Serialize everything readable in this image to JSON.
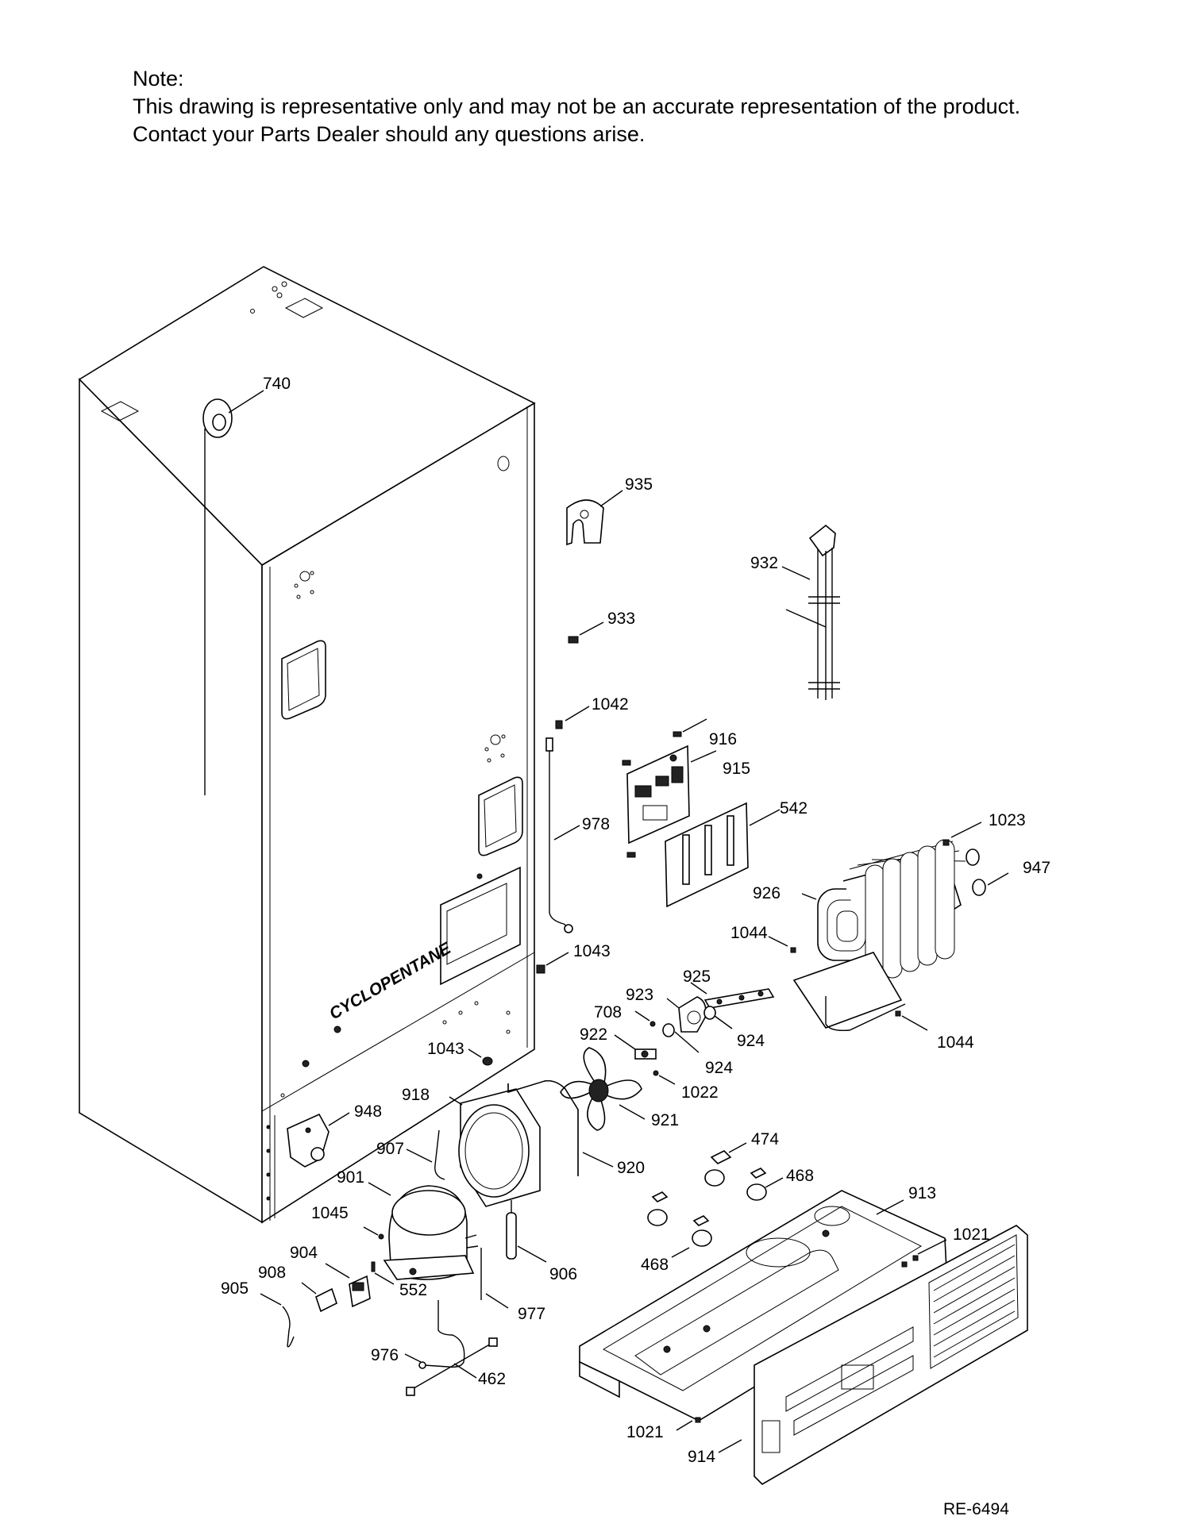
{
  "note": {
    "heading": "Note:",
    "line1": "This drawing is representative only and may not be an accurate representation of the product.",
    "line2": "Contact your Parts Dealer should any questions arise."
  },
  "cabinet_text": "CYCLOPENTANE",
  "reference_code": "RE-6494",
  "parts": {
    "p740": "740",
    "p935": "935",
    "p932": "932",
    "p933": "933",
    "p1042": "1042",
    "p916": "916",
    "p915": "915",
    "p542": "542",
    "p978": "978",
    "p1023": "1023",
    "p947": "947",
    "p926": "926",
    "p1044a": "1044",
    "p1043a": "1043",
    "p925": "925",
    "p923": "923",
    "p708": "708",
    "p922": "922",
    "p924a": "924",
    "p924b": "924",
    "p1044b": "1044",
    "p1043b": "1043",
    "p1022": "1022",
    "p918": "918",
    "p921": "921",
    "p948": "948",
    "p907": "907",
    "p920": "920",
    "p474": "474",
    "p468a": "468",
    "p913": "913",
    "p901": "901",
    "p1045": "1045",
    "p1021a": "1021",
    "p904": "904",
    "p906": "906",
    "p468b": "468",
    "p908": "908",
    "p905": "905",
    "p552": "552",
    "p977": "977",
    "p976": "976",
    "p462": "462",
    "p1021b": "1021",
    "p914": "914"
  }
}
